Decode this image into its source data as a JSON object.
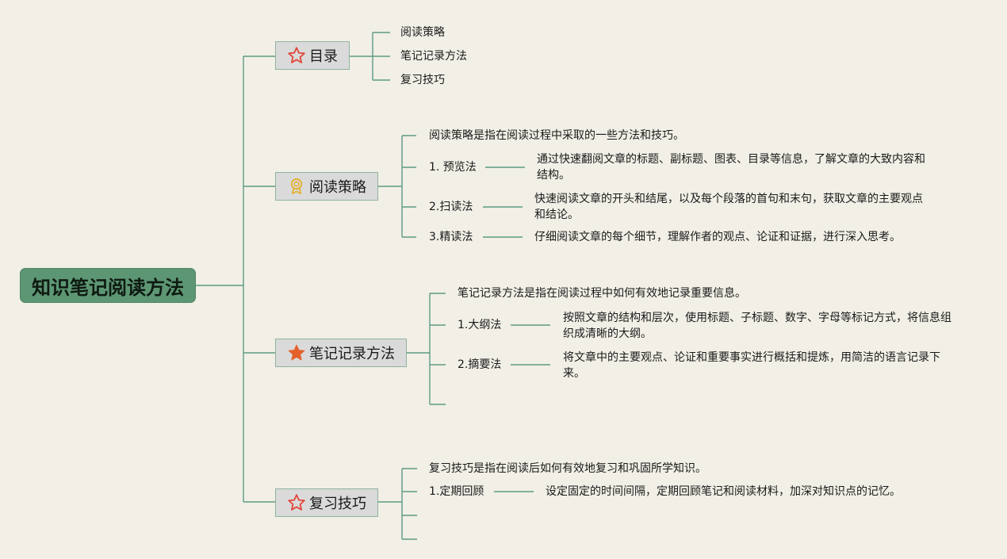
{
  "root": {
    "label": "知识笔记阅读方法"
  },
  "topics": {
    "toc": {
      "label": "目录",
      "icon": "star-outline-icon",
      "items": [
        "阅读策略",
        "笔记记录方法",
        "复习技巧"
      ]
    },
    "reading": {
      "label": "阅读策略",
      "icon": "award-badge-icon",
      "intro": "阅读策略是指在阅读过程中采取的一些方法和技巧。",
      "methods": [
        {
          "name": "1. 预览法",
          "desc": "通过快速翻阅文章的标题、副标题、图表、目录等信息，了解文章的大致内容和结构。"
        },
        {
          "name": "2.扫读法",
          "desc": "快速阅读文章的开头和结尾，以及每个段落的首句和末句，获取文章的主要观点和结论。"
        },
        {
          "name": "3.精读法",
          "desc": "仔细阅读文章的每个细节，理解作者的观点、论证和证据，进行深入思考。"
        }
      ]
    },
    "notes": {
      "label": "笔记记录方法",
      "icon": "star-filled-icon",
      "intro": "笔记记录方法是指在阅读过程中如何有效地记录重要信息。",
      "methods": [
        {
          "name": "1.大纲法",
          "desc": "按照文章的结构和层次，使用标题、子标题、数字、字母等标记方式，将信息组织成清晰的大纲。"
        },
        {
          "name": "2.摘要法",
          "desc": "将文章中的主要观点、论证和重要事实进行概括和提炼，用简洁的语言记录下来。"
        }
      ]
    },
    "review": {
      "label": "复习技巧",
      "icon": "star-outline-icon",
      "intro": "复习技巧是指在阅读后如何有效地复习和巩固所学知识。",
      "methods": [
        {
          "name": "1.定期回顾",
          "desc": "设定固定的时间间隔，定期回顾笔记和阅读材料，加深对知识点的记忆。"
        }
      ]
    }
  },
  "colors": {
    "line": "#5d9c84",
    "root_fill": "#5d9673",
    "topic_fill": "#dadada",
    "star_outline": "#e2463a",
    "star_filled": "#e4612c",
    "badge": "#e5b02c"
  }
}
